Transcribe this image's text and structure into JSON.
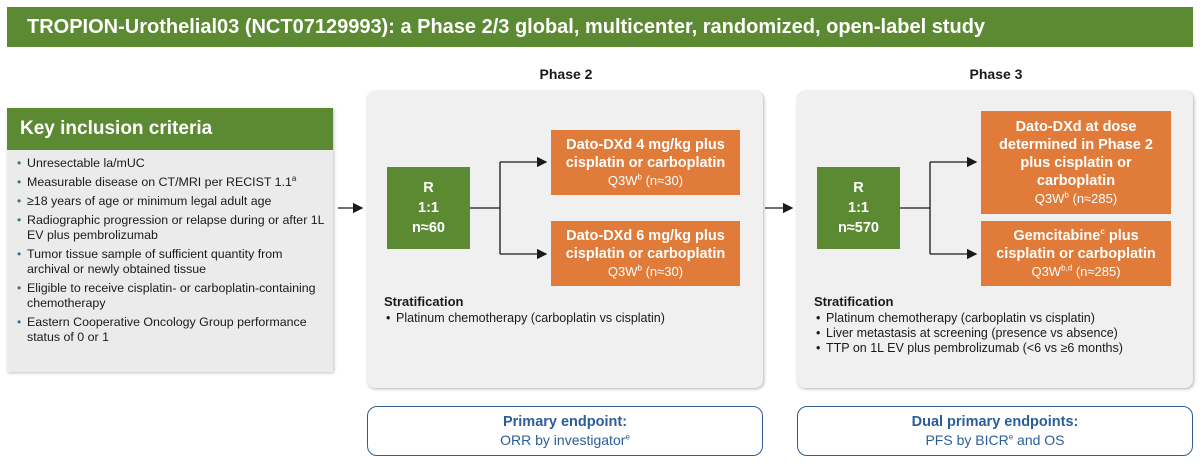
{
  "banner": {
    "title": "TROPION-Urothelial03 (NCT07129993): a Phase 2/3 global, multicenter, randomized, open-label study"
  },
  "criteria": {
    "title": "Key inclusion criteria",
    "items": [
      {
        "text": "Unresectable la/mUC",
        "sup": ""
      },
      {
        "text": "Measurable disease on CT/MRI per RECIST 1.1",
        "sup": "a"
      },
      {
        "text": "≥18 years of age or minimum legal adult age",
        "sup": ""
      },
      {
        "text": "Radiographic progression or relapse during or after 1L EV plus pembrolizumab",
        "sup": ""
      },
      {
        "text": "Tumor tissue sample of sufficient quantity from archival or newly obtained tissue",
        "sup": ""
      },
      {
        "text": "Eligible to receive cisplatin- or carboplatin-containing chemotherapy",
        "sup": ""
      },
      {
        "text": "Eastern Cooperative Oncology Group performance status of 0 or 1",
        "sup": ""
      }
    ]
  },
  "phase2": {
    "title": "Phase 2",
    "randomization": {
      "r": "R",
      "ratio": "1:1",
      "n": "n≈60"
    },
    "arms": [
      {
        "line1": "Dato-DXd 4 mg/kg plus",
        "line2": "cisplatin or carboplatin",
        "sched": "Q3W",
        "sched_sup": "b",
        "n": " (n≈30)"
      },
      {
        "line1": "Dato-DXd 6 mg/kg plus",
        "line2": "cisplatin or carboplatin",
        "sched": "Q3W",
        "sched_sup": "b",
        "n": " (n≈30)"
      }
    ],
    "stratification": {
      "title": "Stratification",
      "items": [
        "Platinum chemotherapy (carboplatin vs cisplatin)"
      ]
    },
    "endpoint": {
      "title": "Primary endpoint:",
      "text": "ORR by investigator",
      "sup": "e"
    }
  },
  "phase3": {
    "title": "Phase 3",
    "randomization": {
      "r": "R",
      "ratio": "1:1",
      "n": "n≈570"
    },
    "arms": [
      {
        "lines": [
          "Dato-DXd at dose",
          "determined in Phase 2",
          "plus cisplatin or",
          "carboplatin"
        ],
        "sched": "Q3W",
        "sched_sup": "b",
        "n": " (n≈285)"
      },
      {
        "lines": [
          "Gemcitabine",
          "cisplatin or carboplatin"
        ],
        "line1_sup": "c",
        "line1_suffix": " plus",
        "sched": "Q3W",
        "sched_sup": "b,d",
        "n": " (n≈285)"
      }
    ],
    "stratification": {
      "title": "Stratification",
      "items": [
        "Platinum chemotherapy (carboplatin vs cisplatin)",
        "Liver metastasis at screening (presence vs absence)",
        "TTP on 1L EV plus pembrolizumab (<6 vs ≥6 months)"
      ]
    },
    "endpoint": {
      "title": "Dual primary endpoints:",
      "text_a": "PFS by BICR",
      "sup": "e",
      "text_b": " and OS"
    }
  },
  "colors": {
    "green": "#5b8a32",
    "orange": "#e07b39",
    "blue": "#2a5e9a",
    "panel": "#f0f0f0"
  }
}
